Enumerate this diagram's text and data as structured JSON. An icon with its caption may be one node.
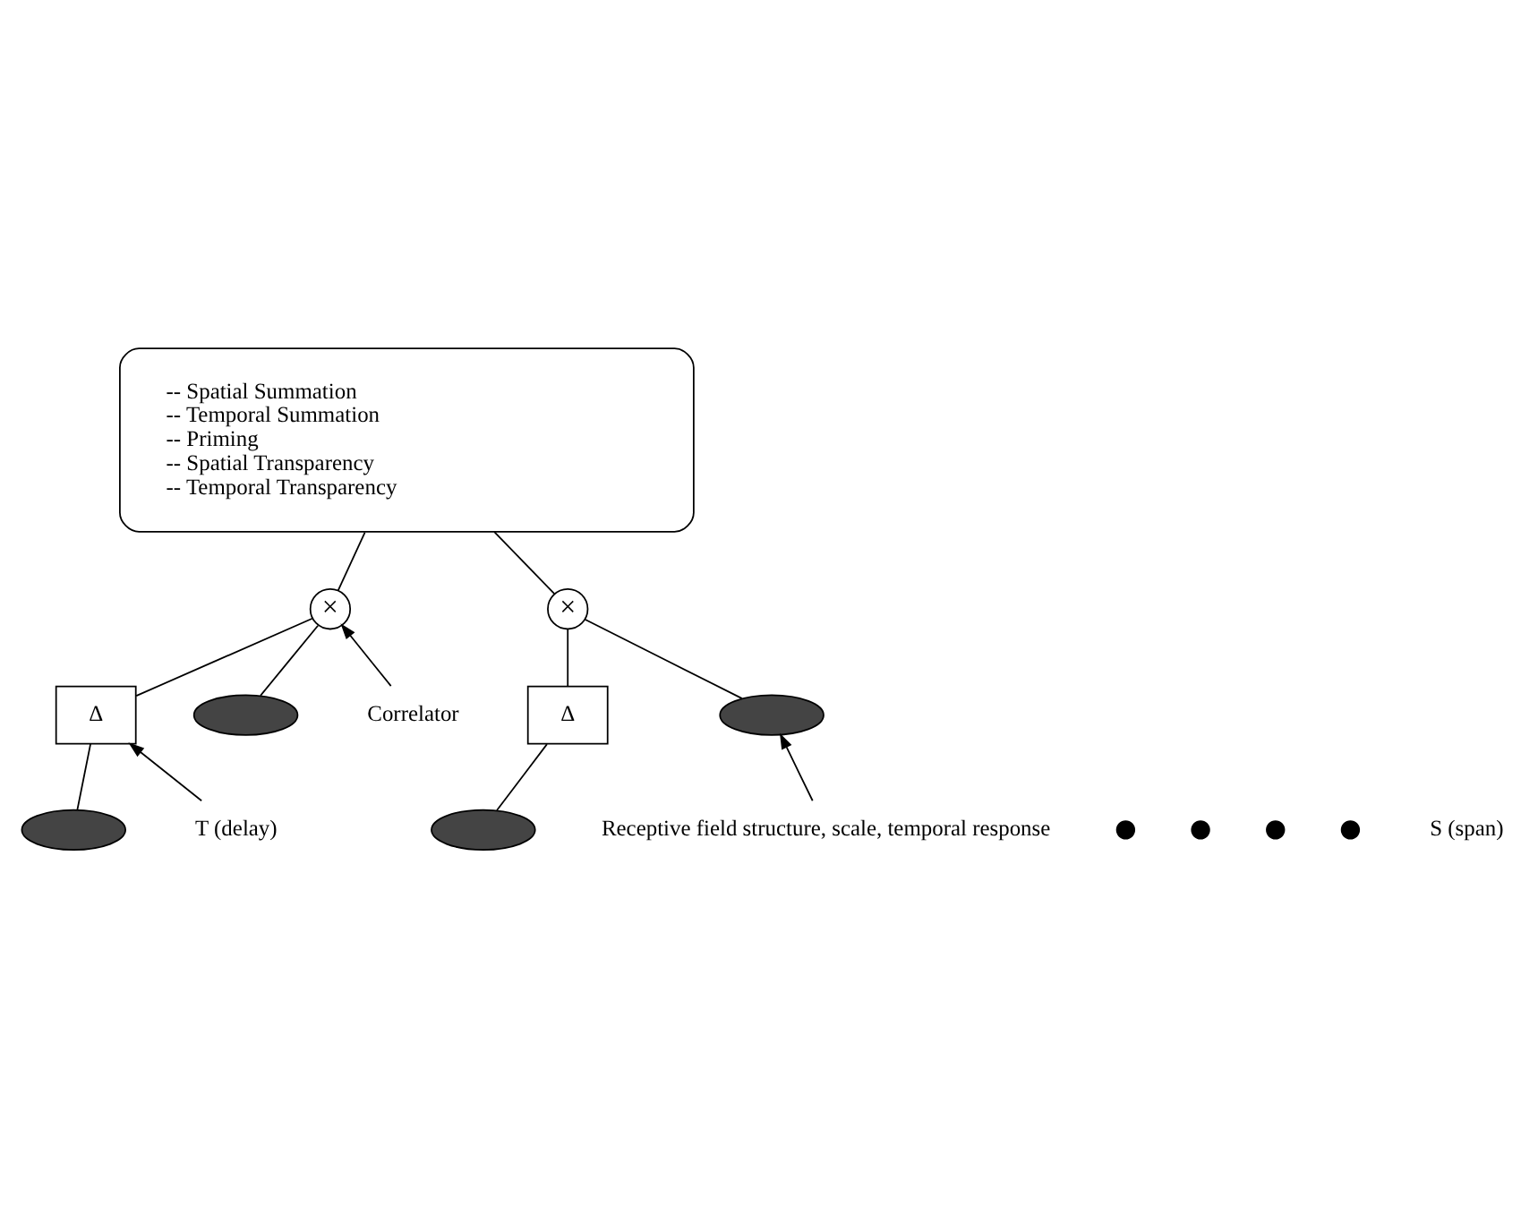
{
  "diagram": {
    "nodes": [
      {
        "text": [
          "-- Spatial Summation",
          "-- Temporal Summation",
          "-- Priming",
          "-- Spatial Transparency",
          "-- Temporal Transparency"
        ]
      },
      {
        "text": [
          "×"
        ]
      },
      {
        "text": [
          "×"
        ]
      },
      {
        "text": [
          "Δ"
        ]
      },
      {
        "text": [
          "Δ"
        ]
      },
      {
        "text": [],
        "shape": "ellipse"
      },
      {
        "text": [],
        "shape": "ellipse"
      },
      {
        "text": [],
        "shape": "ellipse"
      },
      {
        "text": [],
        "shape": "ellipse"
      },
      {
        "text": [],
        "shape": "dot"
      },
      {
        "text": [],
        "shape": "dot"
      },
      {
        "text": [],
        "shape": "dot"
      },
      {
        "text": [],
        "shape": "dot"
      },
      {
        "text": [
          "Correlator"
        ]
      },
      {
        "text": [
          "Receptive field structure, scale, temporal response"
        ]
      },
      {
        "text": [
          "T (delay)"
        ]
      }
    ],
    "edges": [
      {
        "from": 1,
        "to": 0,
        "arrow": "none"
      },
      {
        "from": 2,
        "to": 0,
        "arrow": "none"
      },
      {
        "from": 3,
        "to": 1,
        "arrow": "none"
      },
      {
        "from": 6,
        "to": 1,
        "arrow": "none"
      },
      {
        "from": 5,
        "to": 3,
        "arrow": "none"
      },
      {
        "from": 4,
        "to": 2,
        "arrow": "none"
      },
      {
        "from": 7,
        "to": 4,
        "arrow": "none"
      },
      {
        "from": 8,
        "to": 2,
        "arrow": "none"
      },
      {
        "from": 13,
        "to": 1,
        "arrow": "to"
      },
      {
        "from": 14,
        "to": 8,
        "arrow": "to"
      },
      {
        "from": 15,
        "to": 3,
        "arrow": "to"
      }
    ],
    "labels": [
      "S (span)"
    ]
  }
}
